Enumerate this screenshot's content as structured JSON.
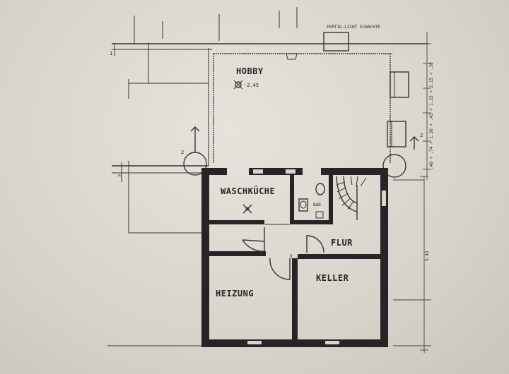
{
  "rooms": {
    "hobby": "HOBBY",
    "hobby_height": "-2.45",
    "waschkueche": "WASCHKÜCHE",
    "bad": "BAD",
    "flur": "FLUR",
    "heizung": "HEIZUNG",
    "keller": "KELLER"
  },
  "annotations": {
    "lichtschacht": "FERTIG-LICHT SCHACHTE",
    "section_left": "2",
    "section_right": "2",
    "axis_mark_left": "2",
    "axis_mark_top": "1",
    "dim_vertical_right": "5.43",
    "dim_stack_right": ".40 + .74 + 1.56 + .43 + 1.25 + 2.15 + .30"
  }
}
